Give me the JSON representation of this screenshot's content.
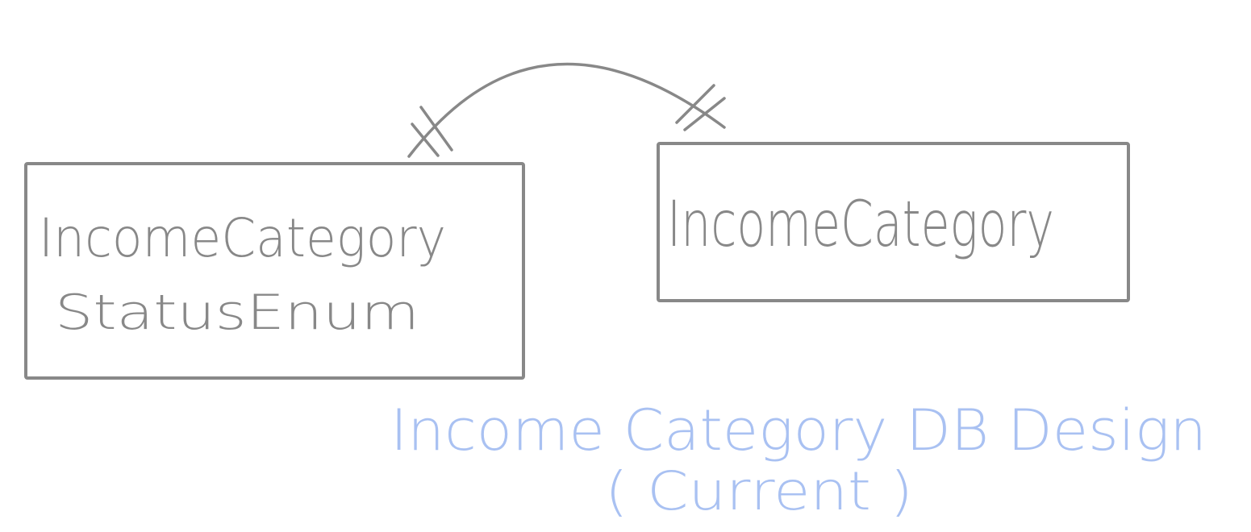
{
  "colors": {
    "ink": "#888888",
    "annotation": "#a9c1f2",
    "background": "#ffffff"
  },
  "entities": [
    {
      "name_line1": "IncomeCategory",
      "name_line2": "StatusEnum"
    },
    {
      "name_line1": "IncomeCategory"
    }
  ],
  "relationship": {
    "type": "one-to-one",
    "left_end": "one-and-only-one",
    "right_end": "one-and-only-one"
  },
  "caption": {
    "line1": "Income Category DB Design",
    "line2": "( Current )"
  }
}
